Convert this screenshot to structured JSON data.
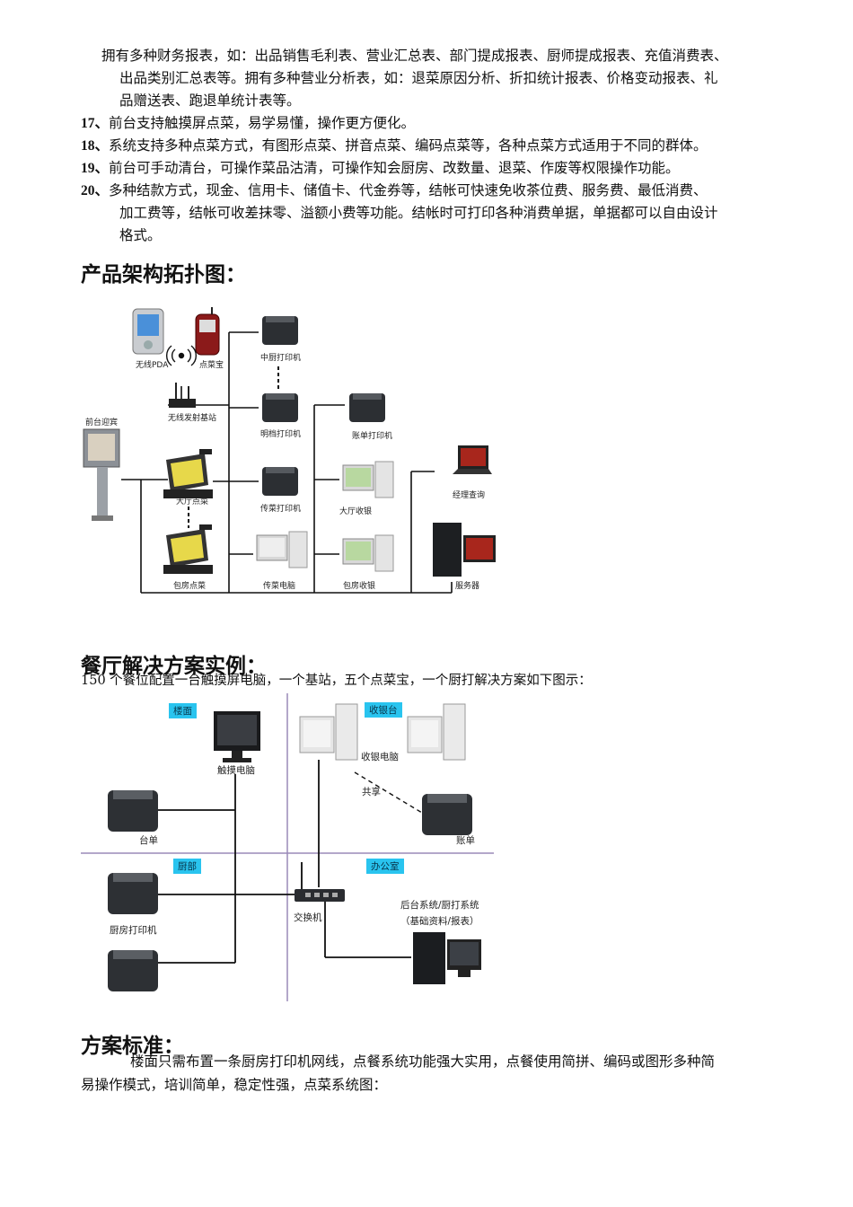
{
  "text": {
    "intro_line1": "拥有多种财务报表，如：出品销售毛利表、营业汇总表、部门提成报表、厨师提成报表、充值消费表、",
    "intro_line2": "出品类别汇总表等。拥有多种营业分析表，如：退菜原因分析、折扣统计报表、价格变动报表、礼",
    "intro_line3": "品赠送表、跑退单统计表等。",
    "items": [
      {
        "num": "17、",
        "lines": [
          "前台支持触摸屏点菜，易学易懂，操作更方便化。"
        ]
      },
      {
        "num": "18、",
        "lines": [
          "系统支持多种点菜方式，有图形点菜、拼音点菜、编码点菜等，各种点菜方式适用于不同的群体。"
        ]
      },
      {
        "num": "19、",
        "lines": [
          "前台可手动清台，可操作菜品沽清，可操作知会厨房、改数量、退菜、作废等权限操作功能。"
        ]
      },
      {
        "num": "20、",
        "lines": [
          "多种结款方式，现金、信用卡、储值卡、代金券等，结帐可快速免收茶位费、服务费、最低消费、",
          "加工费等，结帐可收差抹零、溢额小费等功能。结帐时可打印各种消费单据，单据都可以自由设计",
          "格式。"
        ]
      }
    ]
  },
  "section1": {
    "title": "产品架构拓扑图：",
    "labels": {
      "pda": "无线PDA",
      "dcb": "点菜宝",
      "base": "无线发射基站",
      "kiosk": "前台迎宾",
      "hall_order": "大厅点菜",
      "room_order": "包房点菜",
      "zc_printer": "中厨打印机",
      "md_printer": "明档打印机",
      "cc_printer": "传菜打印机",
      "cc_pc": "传菜电脑",
      "zd_printer": "账单打印机",
      "hall_cash": "大厅收银",
      "room_cash": "包房收银",
      "manager": "经理查询",
      "server": "服务器"
    }
  },
  "section2": {
    "title": "餐厅解决方案实例：",
    "desc": "150 个餐位配置一台触摸屏电脑，一个基站，五个点菜宝，一个厨打解决方案如下图示：",
    "tags": {
      "floor": "楼面",
      "cashier": "收银台",
      "kitchen": "厨部",
      "office": "办公室"
    },
    "labels": {
      "touch_pc": "触摸电脑",
      "cash_pc": "收银电脑",
      "share": "共享",
      "taidan": "台单",
      "zhangdan": "账单",
      "kitchen_printer": "厨房打印机",
      "switch": "交换机",
      "backend1": "后台系统/厨打系统",
      "backend2": "（基础资料/报表）"
    }
  },
  "section3": {
    "title": "方案标准：",
    "line1": "楼面只需布置一条厨房打印机网线，点餐系统功能强大实用，点餐使用简拼、编码或图形多种简",
    "line2": "易操作模式，培训简单，稳定性强，点菜系统图："
  }
}
